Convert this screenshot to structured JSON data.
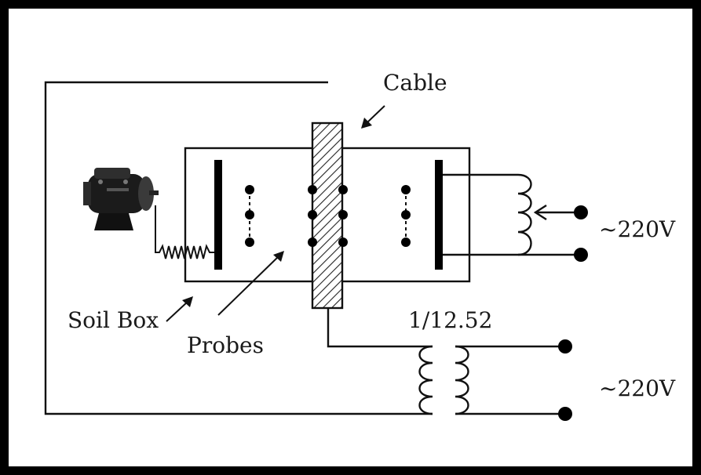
{
  "labels": {
    "cable": "Cable",
    "soil_box": "Soil Box",
    "probes": "Probes",
    "ratio": "1/12.52",
    "voltage_top": "~220V",
    "voltage_bottom": "~220V"
  }
}
